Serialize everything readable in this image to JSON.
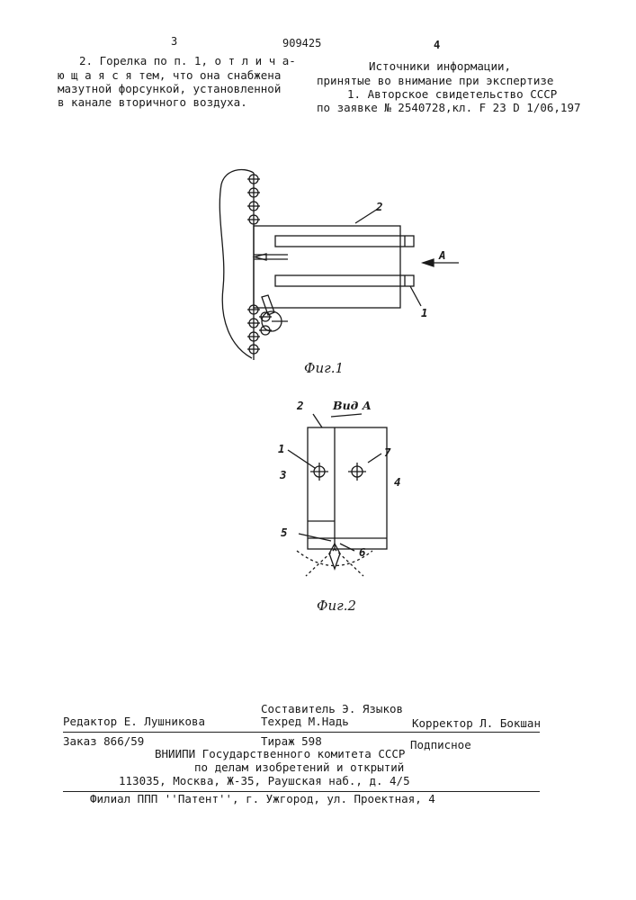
{
  "header": {
    "page_left": "3",
    "patent_number": "909425",
    "page_right": "4"
  },
  "claim": {
    "lines": [
      "2. Горелка по п. 1, о т л и ч а-",
      "ю щ а я с я тем, что она снабжена",
      "мазутной форсункой, установленной",
      "в канале вторичного воздуха."
    ]
  },
  "sources": {
    "title_line1": "Источники информации,",
    "title_line2": "принятые во внимание при экспертизе",
    "ref_line1": "1. Авторское свидетельство СССР",
    "ref_line2": "по заявке № 2540728,кл. F 23 D 1/06,197"
  },
  "figure1": {
    "caption": "Фиг.1",
    "label_2": "2",
    "label_1": "1",
    "label_A": "A"
  },
  "figure2": {
    "caption": "Фиг.2",
    "view_label": "Вид А",
    "label_1": "1",
    "label_2": "2",
    "label_3": "3",
    "label_4": "4",
    "label_5": "5",
    "label_6": "6",
    "label_7": "7"
  },
  "colophon": {
    "editor": "Редактор Е. Лушникова",
    "compiler": "Составитель Э. Языков",
    "techred": "Техред М.Надь",
    "corrector": "Корректор Л. Бокшан",
    "order": "Заказ 866/59",
    "circulation": "Тираж 598",
    "subscription": "Подписное",
    "org_line1": "ВНИИПИ Государственного комитета СССР",
    "org_line2": "по делам изобретений и открытий",
    "org_line3": "113035, Москва, Ж-35, Раушская наб., д. 4/5",
    "branch": "Филиал ППП ''Патент'', г. Ужгород, ул. Проектная, 4"
  }
}
